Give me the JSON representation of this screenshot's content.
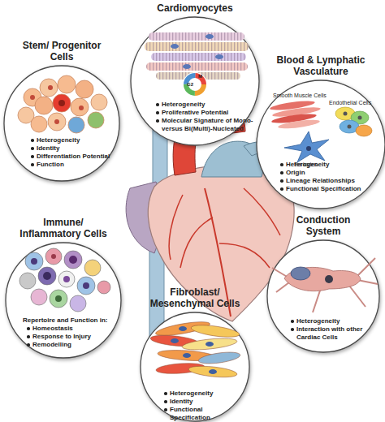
{
  "diagram": {
    "nodes": [
      {
        "text": [
          "Cardiomyocytes",
          "Heterogeneity",
          "Proliferative Potential",
          "Molecular Signature of Mono- versus Bi(Multi)-Nucleated"
        ]
      },
      {
        "text": [
          "Stem/ Progenitor Cells",
          "Heterogeneity",
          "Identity",
          "Differentiation Potential",
          "Function"
        ]
      },
      {
        "text": [
          "Blood & Lymphatic Vasculature",
          "Heterogeneity",
          "Origin",
          "Lineage Relationships",
          "Functional Specification"
        ]
      },
      {
        "text": [
          "Immune/ Inflammatory Cells",
          "Repertoire and Function in:",
          "Homeostasis",
          "Response to Injury",
          "Remodelling"
        ]
      },
      {
        "text": [
          "Conduction System",
          "Heterogeneity",
          "Interaction with other Cardiac Cells"
        ]
      },
      {
        "text": [
          "Fibroblast/ Mesenchymal Cells",
          "Heterogeneity",
          "Identity",
          "Functional Specification"
        ]
      }
    ],
    "labels": [
      "G2",
      "M",
      "Smooth Muscle Cells",
      "Endothelial Cells",
      "Pericytes"
    ]
  }
}
